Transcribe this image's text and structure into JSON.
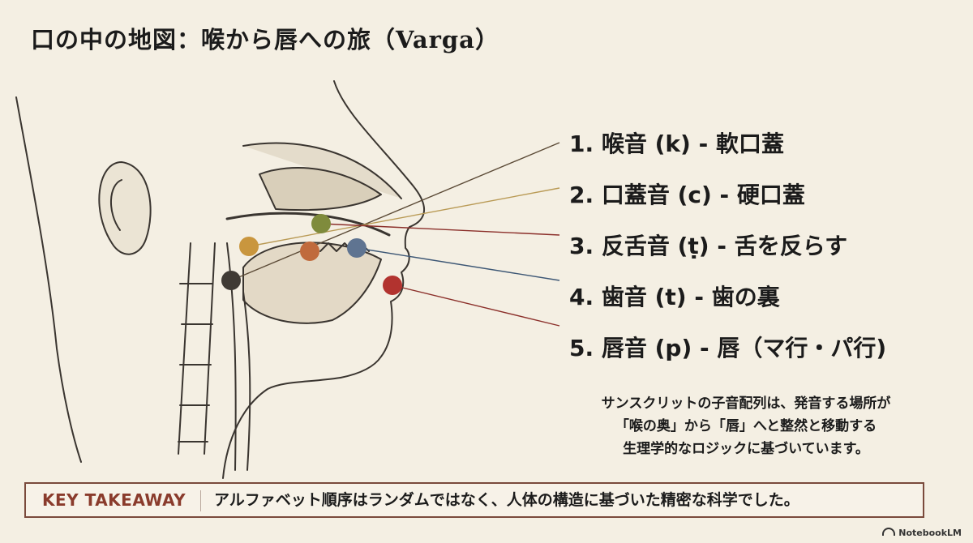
{
  "title": "口の中の地図：喉から唇への旅（Varga）",
  "points": [
    {
      "label": "1. 喉音 (k) - 軟口蓋",
      "color": "#3f3a34"
    },
    {
      "label": "2. 口蓋音 (c) - 硬口蓋",
      "color": "#c9963e"
    },
    {
      "label": "3. 反舌音 (ṭ) - 舌を反らす",
      "color": "#7f8b3c"
    },
    {
      "label": "4. 歯音 (t) - 歯の裏",
      "color": "#c06a3c"
    },
    {
      "label": "5. 唇音 (p) - 唇（マ行・パ行)",
      "color": "#b2332f"
    }
  ],
  "extra_dot_color": "#5f7491",
  "summary": [
    "サンスクリットの子音配列は、発音する場所が",
    "「喉の奥」から「唇」へと整然と移動する",
    "生理学的なロジックに基づいています。"
  ],
  "takeaway": {
    "label": "KEY TAKEAWAY",
    "text": "アルファベット順序はランダムではなく、人体の構造に基づいた精密な科学でした。"
  },
  "brand": "NotebookLM"
}
